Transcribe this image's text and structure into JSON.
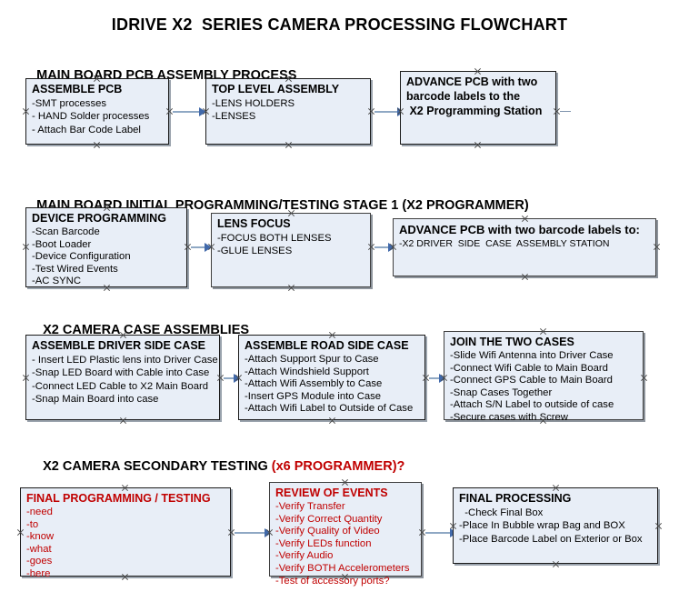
{
  "document": {
    "title": "IDRIVE X2  SERIES CAMERA PROCESSING FLOWCHART"
  },
  "sections": [
    {
      "id": "main-board-pcb-assembly",
      "heading": "MAIN BOARD PCB ASSEMBLY PROCESS",
      "heading_accent": "",
      "heading_suffix": "",
      "boxes": [
        {
          "id": "assemble-pcb",
          "title": "ASSEMBLE PCB",
          "lines": [
            "-SMT processes",
            "- HAND Solder processes",
            "- Attach Bar Code Label"
          ],
          "color": "black"
        },
        {
          "id": "top-level-assembly",
          "title": "TOP LEVEL ASSEMBLY",
          "lines": [
            "-LENS HOLDERS",
            "-LENSES"
          ],
          "color": "black"
        },
        {
          "id": "advance-pcb-to-x2-programming-station",
          "title": "ADVANCE PCB with two",
          "lines": [
            "barcode labels to the",
            " X2 Programming Station"
          ],
          "color": "black"
        }
      ]
    },
    {
      "id": "main-board-initial-programming",
      "heading": "MAIN BOARD INITIAL PROGRAMMING/TESTING STAGE 1 (X2 PROGRAMMER)",
      "heading_accent": "",
      "heading_suffix": "",
      "boxes": [
        {
          "id": "device-programming",
          "title": "DEVICE PROGRAMMING",
          "lines": [
            "-Scan Barcode",
            "-Boot Loader",
            "-Device Configuration",
            "-Test Wired Events",
            "-AC SYNC"
          ],
          "color": "black"
        },
        {
          "id": "lens-focus",
          "title": "LENS FOCUS",
          "lines": [
            "-FOCUS BOTH LENSES",
            "-GLUE LENSES"
          ],
          "color": "black"
        },
        {
          "id": "advance-pcb-to-driver-side-case-station",
          "title": "ADVANCE PCB with two barcode labels to:",
          "lines": [
            "-X2 DRIVER  SIDE  CASE  ASSEMBLY STATION"
          ],
          "color": "black"
        }
      ]
    },
    {
      "id": "x2-camera-case-assemblies",
      "heading": "X2 CAMERA CASE ASSEMBLIES",
      "heading_accent": "",
      "heading_suffix": "",
      "boxes": [
        {
          "id": "assemble-driver-side-case",
          "title": "ASSEMBLE DRIVER SIDE CASE",
          "lines": [
            "- Insert LED Plastic lens into Driver Case",
            "-Snap LED Board with Cable into Case",
            "-Connect LED Cable to X2 Main Board",
            "-Snap Main Board into case"
          ],
          "color": "black"
        },
        {
          "id": "assemble-road-side-case",
          "title": "ASSEMBLE ROAD SIDE CASE",
          "lines": [
            "-Attach Support Spur to Case",
            "-Attach Windshield Support",
            "-Attach Wifi Assembly to Case",
            "-Insert GPS Module into Case",
            "-Attach Wifi Label to Outside of Case"
          ],
          "color": "black"
        },
        {
          "id": "join-the-two-cases",
          "title": "JOIN THE TWO CASES",
          "lines": [
            "-Slide Wifi Antenna into Driver Case",
            "-Connect Wifi Cable to Main Board",
            "-Connect GPS Cable to Main Board",
            "-Snap Cases Together",
            "-Attach S/N Label to outside of case",
            "-Secure cases with Screw"
          ],
          "color": "black"
        }
      ]
    },
    {
      "id": "x2-camera-secondary-testing",
      "heading": "X2 CAMERA SECONDARY TESTING ",
      "heading_accent": "(x6 PROGRAMMER)?",
      "heading_suffix": "",
      "boxes": [
        {
          "id": "final-programming-testing",
          "title": "FINAL PROGRAMMING / TESTING",
          "lines": [
            "-need",
            "-to",
            "-know",
            "-what",
            "-goes",
            "-here"
          ],
          "color": "red"
        },
        {
          "id": "review-of-events",
          "title": "REVIEW OF EVENTS",
          "lines": [
            "-Verify Transfer",
            "-Verify Correct Quantity",
            "-Verify Quality of Video",
            "-Verify LEDs function",
            "-Verify Audio",
            "-Verify BOTH Accelerometers",
            "-Test of accessory ports?"
          ],
          "color": "red"
        },
        {
          "id": "final-processing",
          "title": "FINAL PROCESSING",
          "lines": [
            "  -Check Final Box",
            "-Place In Bubble wrap Bag and BOX",
            "-Place Barcode Label on Exterior or Box"
          ],
          "color": "black"
        }
      ]
    }
  ],
  "colors": {
    "box_fill": "#e8eef7",
    "box_border": "#1a1a1a",
    "connector": "#8fa8c4",
    "arrow": "#4169aa",
    "accent_red": "#c00000",
    "text": "#000000"
  }
}
